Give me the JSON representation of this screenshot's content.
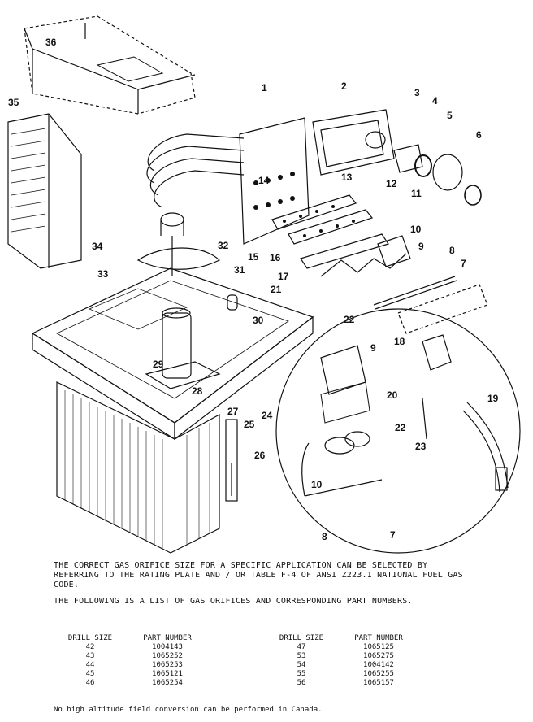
{
  "callouts": [
    "1",
    "2",
    "3",
    "4",
    "5",
    "6",
    "7",
    "8",
    "9",
    "10",
    "11",
    "12",
    "13",
    "14",
    "15",
    "16",
    "17",
    "18",
    "19",
    "20",
    "21",
    "22",
    "23",
    "24",
    "25",
    "26",
    "27",
    "28",
    "29",
    "30",
    "31",
    "32",
    "33",
    "34",
    "35",
    "36",
    "9",
    "10",
    "22",
    "7",
    "8",
    "23"
  ],
  "notes": {
    "line1": "THE CORRECT GAS ORIFICE SIZE FOR A SPECIFIC APPLICATION CAN BE SELECTED BY REFERRING TO THE RATING PLATE AND / OR TABLE F-4 OF ANSI Z223.1 NATIONAL FUEL GAS CODE.",
    "line2": "THE FOLLOWING IS A LIST OF GAS ORIFICES AND CORRESPONDING PART NUMBERS."
  },
  "orifice_table_left": {
    "headers": {
      "drill": "DRILL SIZE",
      "part": "PART NUMBER"
    },
    "rows": [
      {
        "drill": "42",
        "part": "1004143"
      },
      {
        "drill": "43",
        "part": "1065252"
      },
      {
        "drill": "44",
        "part": "1065253"
      },
      {
        "drill": "45",
        "part": "1065121"
      },
      {
        "drill": "46",
        "part": "1065254"
      }
    ]
  },
  "orifice_table_right": {
    "headers": {
      "drill": "DRILL SIZE",
      "part": "PART NUMBER"
    },
    "rows": [
      {
        "drill": "47",
        "part": "1065125"
      },
      {
        "drill": "53",
        "part": "1065275"
      },
      {
        "drill": "54",
        "part": "1004142"
      },
      {
        "drill": "55",
        "part": "1065255"
      },
      {
        "drill": "56",
        "part": "1065157"
      }
    ]
  },
  "footer": "No high altitude field conversion can be performed in Canada."
}
